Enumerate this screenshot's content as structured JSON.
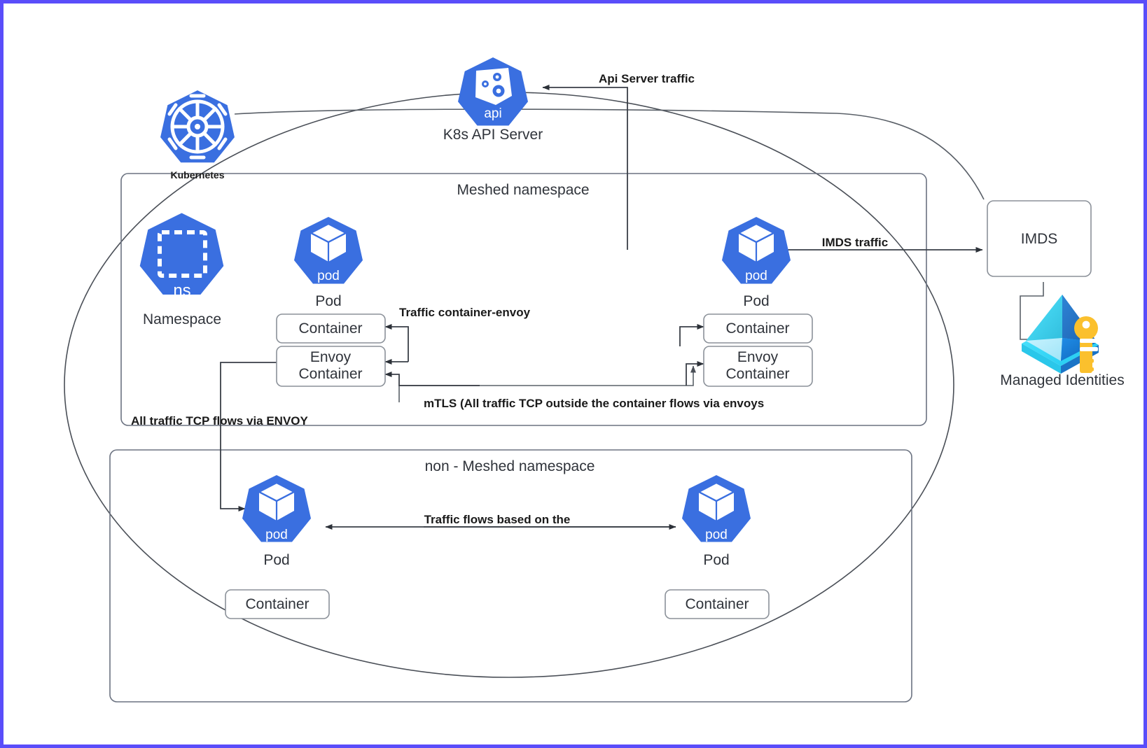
{
  "diagram": {
    "title": "Kubernetes Service Mesh with Managed Identities",
    "colors": {
      "frame_border": "#5a4dfa",
      "kubernetes_blue": "#3a6fe0",
      "text_dark": "#30343b",
      "edge_gray": "#3a3f47",
      "group_gray": "#6b7280",
      "azure_cyan": "#32d4f5",
      "azure_blue": "#1f8ce6",
      "azure_deep": "#1156a3",
      "key_yellow": "#fbc02d"
    }
  },
  "nodes": {
    "kubernetes": {
      "label": "Kubernetes",
      "icon": "kubernetes-wheel-icon"
    },
    "api_server": {
      "label": "K8s API Server",
      "badge": "api",
      "icon": "kubernetes-api-icon"
    },
    "namespace": {
      "label": "Namespace",
      "badge": "ns",
      "icon": "kubernetes-ns-icon"
    },
    "imds": {
      "label": "IMDS"
    },
    "managed_identities": {
      "label": "Managed Identities",
      "icon": "azure-managed-identity-icon"
    }
  },
  "groups": {
    "meshed": {
      "label": "Meshed namespace"
    },
    "non_meshed": {
      "label": "non - Meshed namespace"
    }
  },
  "pods": {
    "meshed_left": {
      "label": "Pod",
      "badge": "pod",
      "containers": [
        {
          "label": "Container"
        },
        {
          "label": "Envoy\nContainer",
          "line1": "Envoy",
          "line2": "Container"
        }
      ]
    },
    "meshed_right": {
      "label": "Pod",
      "badge": "pod",
      "containers": [
        {
          "label": "Container"
        },
        {
          "label": "Envoy\nContainer",
          "line1": "Envoy",
          "line2": "Container"
        }
      ]
    },
    "non_meshed_left": {
      "label": "Pod",
      "badge": "pod",
      "containers": [
        {
          "label": "Container"
        }
      ]
    },
    "non_meshed_right": {
      "label": "Pod",
      "badge": "pod",
      "containers": [
        {
          "label": "Container"
        }
      ]
    }
  },
  "edges": {
    "api_server_traffic": "Api Server traffic",
    "imds_traffic": "IMDS traffic",
    "traffic_container_envoy": "Traffic container-envoy",
    "mtls": "mTLS (All traffic TCP outside the container flows via envoys",
    "all_traffic_envoy": "All traffic TCP flows via ENVOY",
    "traffic_flows_based": "Traffic flows based on the"
  }
}
